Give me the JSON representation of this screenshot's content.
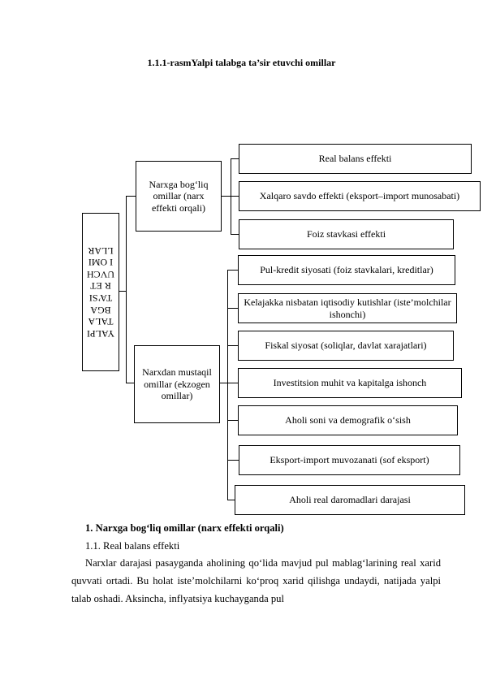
{
  "figure": {
    "caption": "1.1.1-rasmYalpi talabga ta’sir etuvchi omillar",
    "root_label": "YALPI TALABGA TA’SIR ETUVCHI OMILLAR",
    "groups": [
      {
        "label": "Narxga bog‘liq omillar (narx effekti orqali)",
        "items": [
          "Real balans effekti",
          "Xalqaro savdo effekti (eksport–import munosabati)",
          "Foiz stavkasi effekti"
        ]
      },
      {
        "label": "Narxdan mustaqil omillar (ekzogen omillar)",
        "items": [
          "Pul-kredit siyosati (foiz stavkalari, kreditlar)",
          "Kelajakka nisbatan iqtisodiy kutishlar (iste’molchilar ishonchi)",
          "Fiskal siyosat (soliqlar, davlat xarajatlari)",
          "Investitsion muhit va kapitalga ishonch",
          "Aholi soni va demografik o‘sish",
          "Eksport-import muvozanati (sof eksport)",
          "Aholi real daromadlari darajasi"
        ]
      }
    ]
  },
  "text": {
    "heading": "1. Narxga bog‘liq omillar (narx effekti orqali)",
    "subheading": "1.1. Real balans effekti",
    "paragraph": "Narxlar darajasi pasayganda aholining qo‘lida mavjud pul mablag‘larining real xarid quvvati ortadi. Bu holat iste’molchilarni ko‘proq xarid qilishga undaydi, natijada yalpi talab oshadi. Aksincha, inflyatsiya kuchayganda pul"
  }
}
